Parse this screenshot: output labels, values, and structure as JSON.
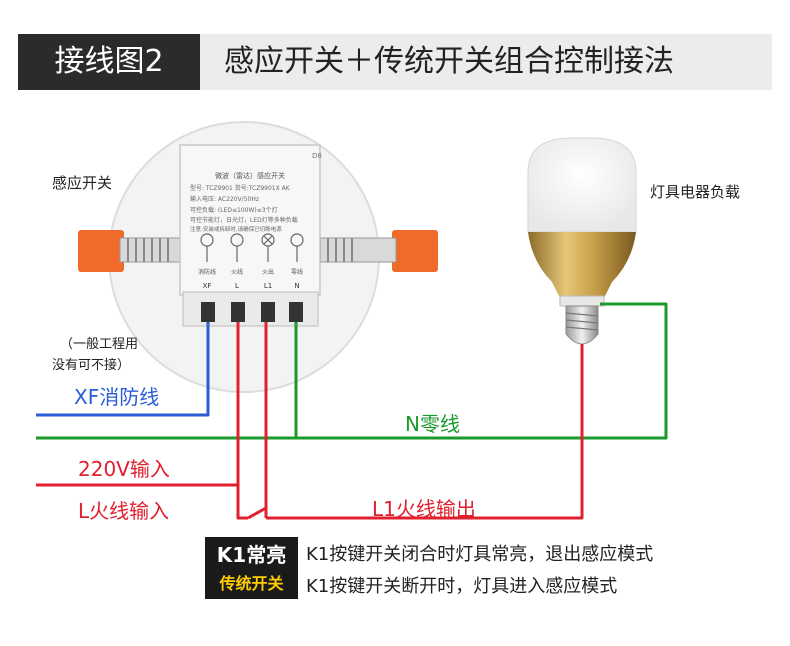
{
  "header": {
    "tag": "接线图2",
    "title": "感应开关＋传统开关组合控制接法"
  },
  "labels": {
    "sensor_switch": "感应开关",
    "load": "灯具电器负载",
    "note_line1": "（一般工程用",
    "note_line2": "没有可不接）",
    "xf_line": "XF消防线",
    "n_line": "N零线",
    "v220_input": "220V输入",
    "l_input": "L火线输入",
    "l1_output": "L1火线输出"
  },
  "device": {
    "corner_mark": "D8",
    "title": "微波（雷达）感应开关",
    "spec1": "型号: TCZ9901   货号:TCZ9901X  AK",
    "spec2": "输入电压: AC220V/50Hz",
    "spec3": "可控负载: (LED≤100W)≤3个灯",
    "spec4": "可控节能灯，日光灯，LED灯等多种负载",
    "spec5": "注意:安装或拆卸时,请确保已切断电源",
    "terminals": [
      {
        "name": "消防线",
        "code": "XF"
      },
      {
        "name": "火线",
        "code": "L"
      },
      {
        "name": "火出",
        "code": "L1"
      },
      {
        "name": "零线",
        "code": "N"
      }
    ]
  },
  "legend": {
    "k1_title": "K1常亮",
    "k1_sub": "传统开关",
    "line1": "K1按键开关闭合时灯具常亮，退出感应模式",
    "line2": "K1按键开关断开时，灯具进入感应模式"
  },
  "colors": {
    "red": "#e0202e",
    "green": "#1a9a2a",
    "blue": "#2a5cd8",
    "orange": "#f06a2a",
    "gold": "#c9a04a",
    "dark": "#2b2b2b"
  }
}
